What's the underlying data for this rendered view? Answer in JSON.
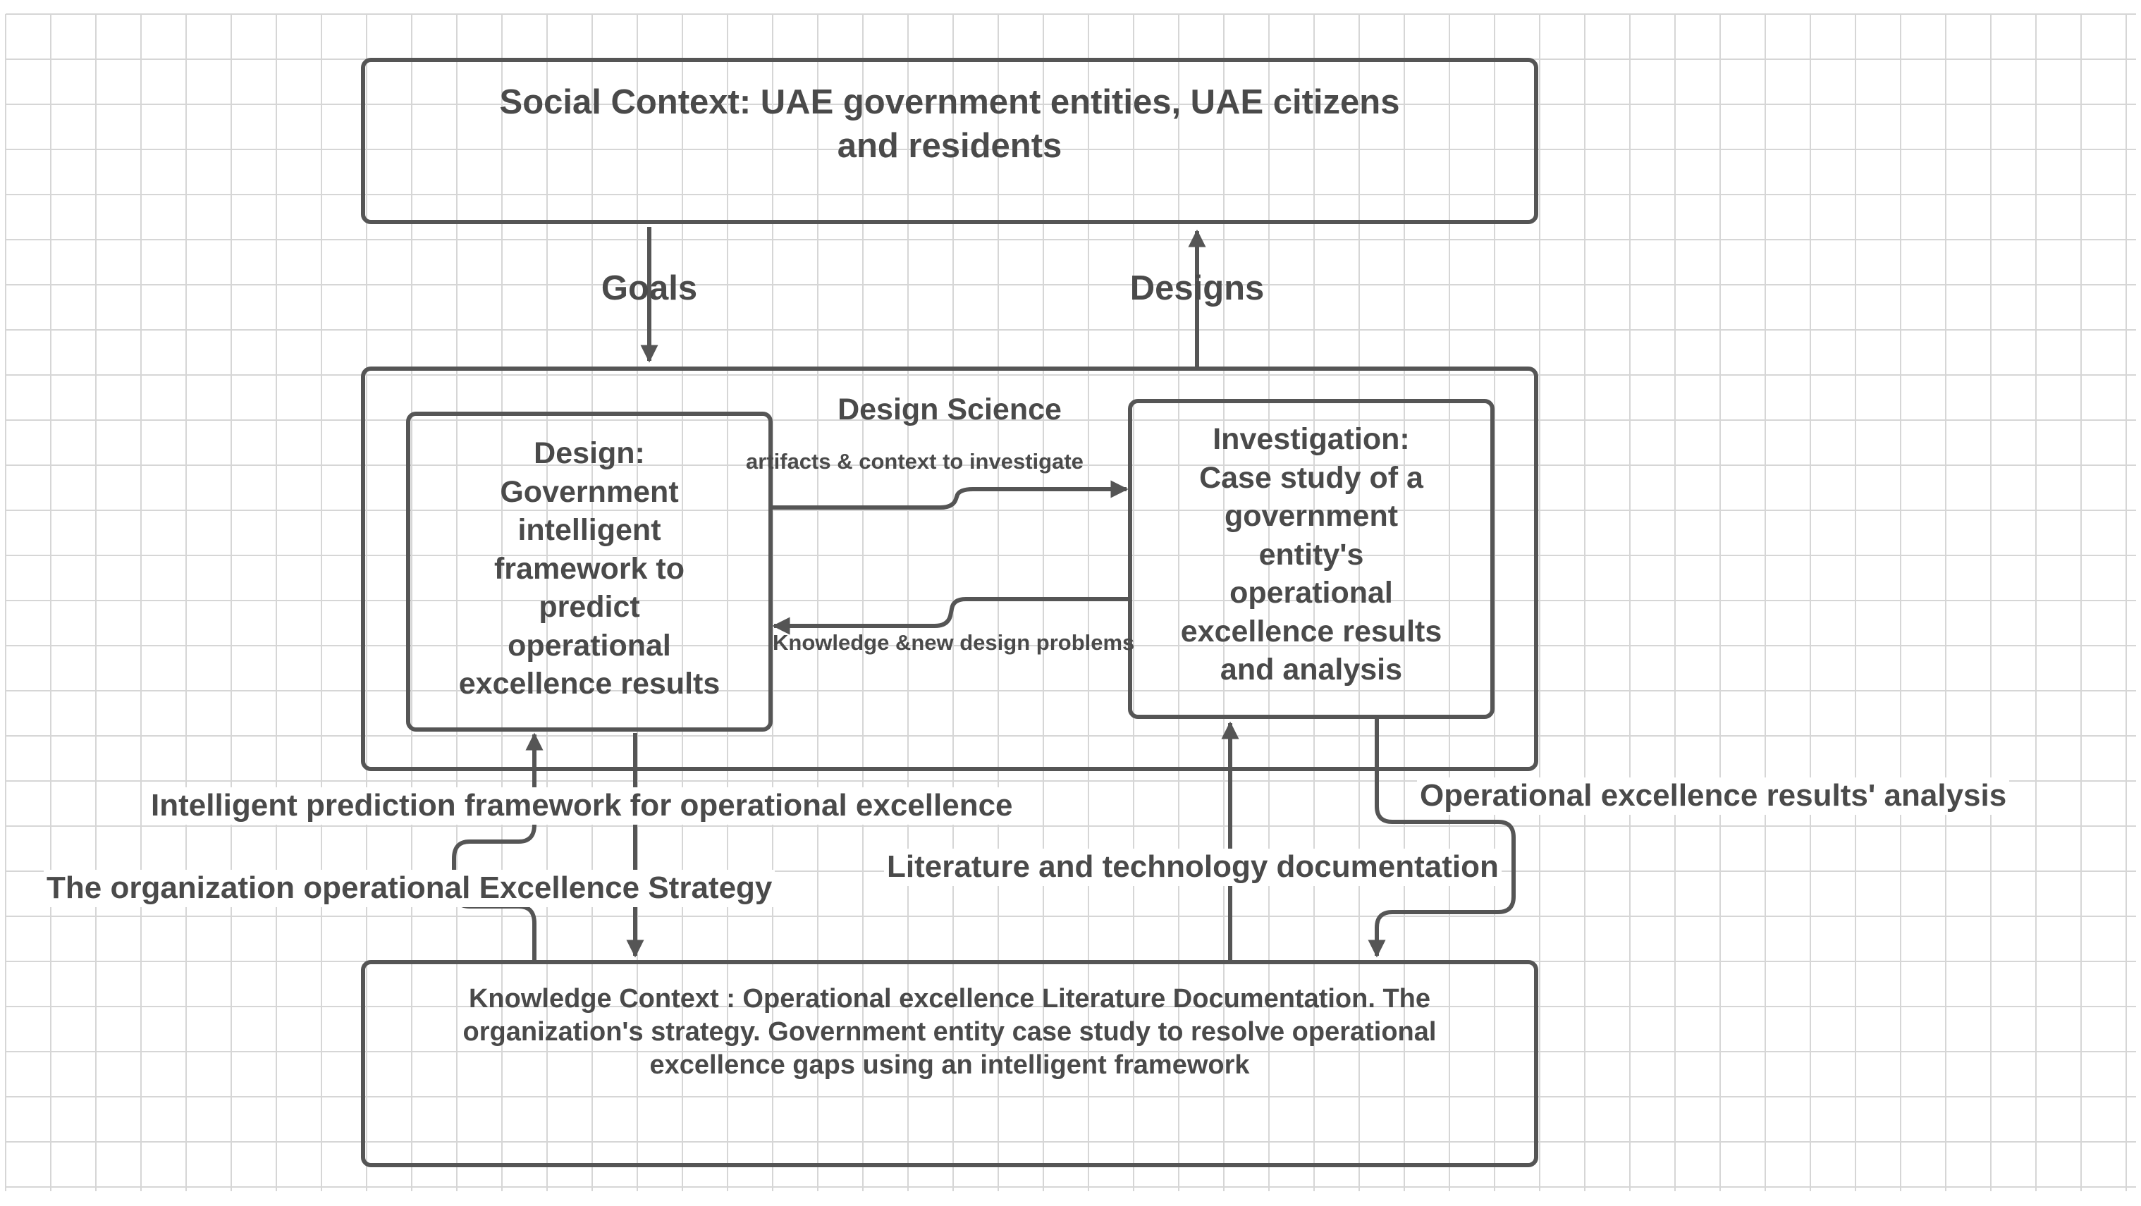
{
  "social_context": {
    "text": "Social Context:  UAE government entities, UAE citizens\nand residents"
  },
  "flows": {
    "goals": "Goals",
    "designs": "Designs"
  },
  "design_science": {
    "title": "Design Science",
    "design_box": "Design:\nGovernment\nintelligent\nframework  to\npredict\noperational\nexcellence results",
    "investigation_box": "Investigation:\nCase study of a\ngovernment\nentity's\noperational\nexcellence results\nand analysis",
    "arrow_to_investigation": "artifacts &  context to  investigate",
    "arrow_to_design": "Knowledge &new design problems"
  },
  "knowledge_flows": {
    "prediction_framework": "Intelligent prediction framework for operational excellence",
    "excellence_strategy": "The organization operational Excellence Strategy",
    "literature_docs": "Literature and technology documentation",
    "results_analysis": "Operational excellence results' analysis"
  },
  "knowledge_context": {
    "text": "Knowledge Context : Operational excellence Literature Documentation. The\norganization's strategy.  Government entity case study to resolve operational\nexcellence gaps using an intelligent framework"
  },
  "colors": {
    "line": "#555555",
    "grid": "#d6d6d6",
    "text": "#4a4a4a"
  }
}
